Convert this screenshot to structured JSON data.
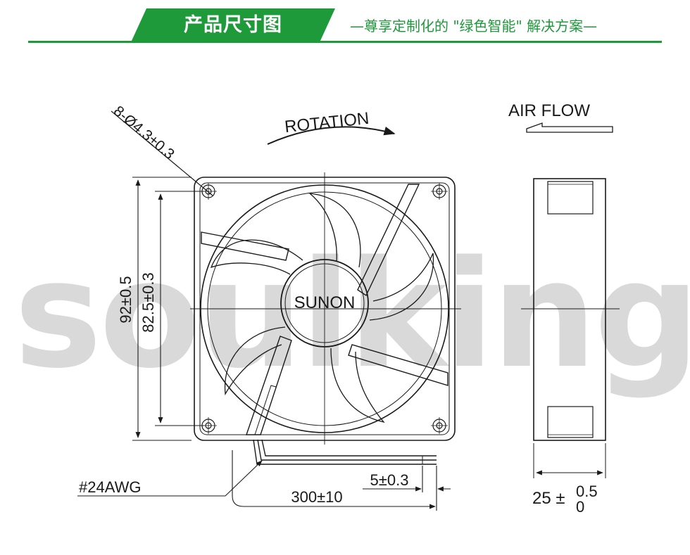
{
  "header": {
    "title": "产品尺寸图",
    "slogan": "—尊享定制化的 \"绿色智能\" 解决方案—",
    "accent_color": "#1e9a3a"
  },
  "watermark": {
    "text": "soulking",
    "color": "#d9d9d9"
  },
  "front_view": {
    "hole_spec": "8-Ø4.3±0.3",
    "rotation_label": "ROTATION",
    "hub_label": "SUNON",
    "outer_size": "92±0.5",
    "hole_pitch": "82.5±0.3",
    "wire_gauge": "#24AWG",
    "lead_length": "300±10",
    "strip_length": "5±0.3"
  },
  "side_view": {
    "airflow_label": "AIR FLOW",
    "thickness_base": "25 ±",
    "thickness_upper": "0.5",
    "thickness_lower": "0"
  }
}
